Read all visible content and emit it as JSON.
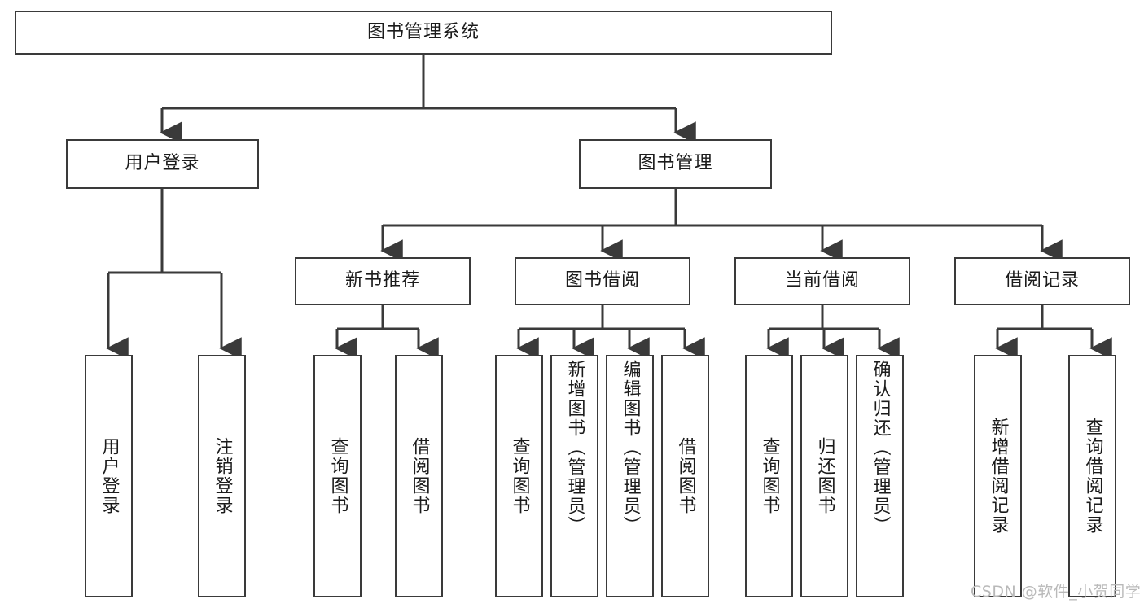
{
  "diagram": {
    "type": "tree",
    "title": "图书管理系统",
    "root": {
      "label": "图书管理系统",
      "level": 1
    },
    "level2": [
      {
        "label": "用户登录"
      },
      {
        "label": "图书管理"
      }
    ],
    "level3": [
      {
        "label": "新书推荐",
        "parent": "图书管理"
      },
      {
        "label": "图书借阅",
        "parent": "图书管理"
      },
      {
        "label": "当前借阅",
        "parent": "图书管理"
      },
      {
        "label": "借阅记录",
        "parent": "图书管理"
      }
    ],
    "leaves": {
      "user_login": [
        {
          "label": "用户登录"
        },
        {
          "label": "注销登录"
        }
      ],
      "new_book_recommend": [
        {
          "label": "查询图书"
        },
        {
          "label": "借阅图书"
        }
      ],
      "book_borrow": [
        {
          "label": "查询图书"
        },
        {
          "label": "新增图书（管理员）"
        },
        {
          "label": "编辑图书（管理员）"
        },
        {
          "label": "借阅图书"
        }
      ],
      "current_borrow": [
        {
          "label": "查询图书"
        },
        {
          "label": "归还图书"
        },
        {
          "label": "确认归还（管理员）"
        }
      ],
      "borrow_record": [
        {
          "label": "新增借阅记录"
        },
        {
          "label": "查询借阅记录"
        }
      ]
    }
  },
  "watermark": {
    "text": "CSDN @软件_小贺同学"
  },
  "colors": {
    "background": "#ffffff",
    "box_border": "#3a3a3a",
    "text": "#1b1b1b",
    "connector": "#3a3a3a",
    "watermark": "#b9b9b9"
  }
}
